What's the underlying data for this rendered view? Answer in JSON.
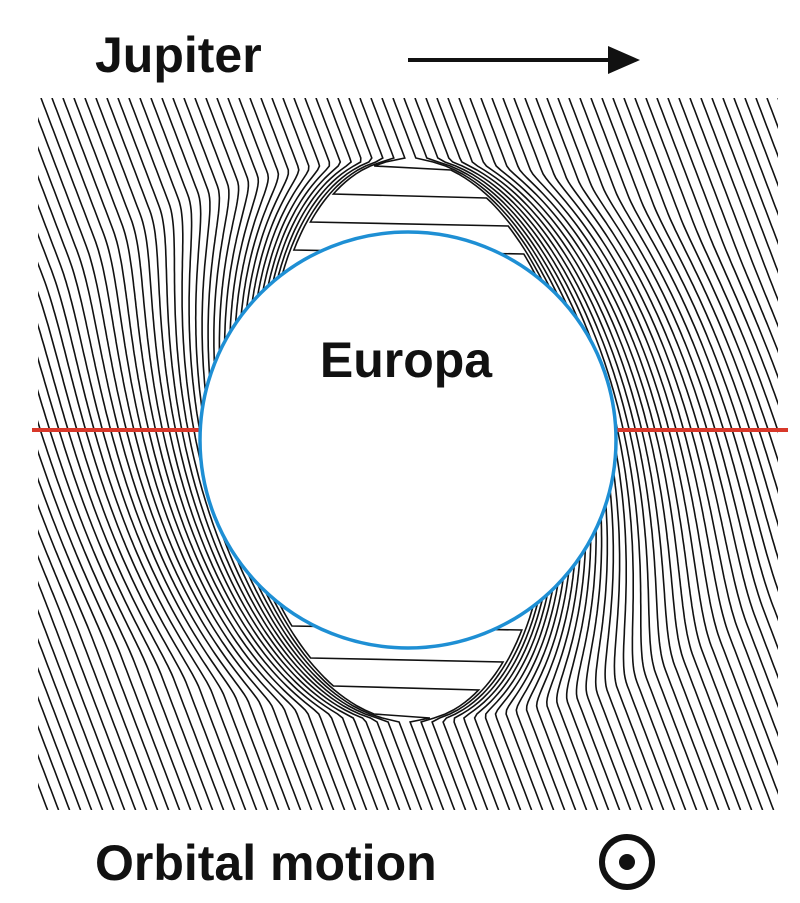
{
  "labels": {
    "jupiter": "Jupiter",
    "europa": "Europa",
    "orbital_motion": "Orbital motion"
  },
  "colors": {
    "field_lines": "#111111",
    "europa_outline": "#1e8fd4",
    "equator_line": "#d8382a",
    "text": "#111111",
    "background": "#ffffff"
  },
  "symbols": {
    "jupiter_direction": "right-arrow-icon",
    "orbital_motion": "out-of-page-dot-circle-icon"
  }
}
